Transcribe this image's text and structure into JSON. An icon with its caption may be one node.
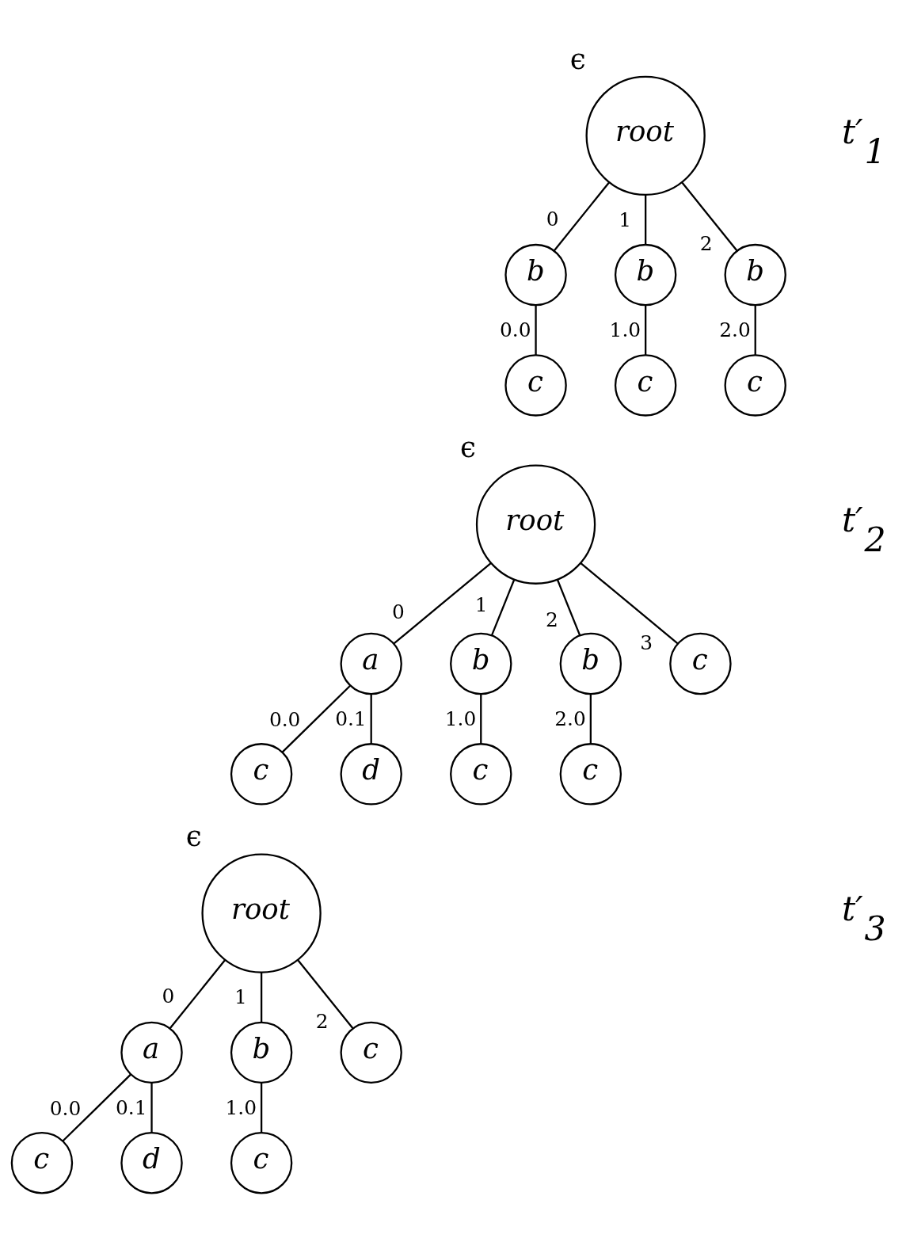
{
  "diagram": {
    "nodes": [
      {
        "text": [
          "root"
        ],
        "beside": [
          "ϵ"
        ]
      },
      {
        "text": [
          "b"
        ]
      },
      {
        "text": [
          "b"
        ]
      },
      {
        "text": [
          "b"
        ]
      },
      {
        "text": [
          "c"
        ]
      },
      {
        "text": [
          "c"
        ]
      },
      {
        "text": [
          "c"
        ]
      },
      {
        "text": [
          "root"
        ],
        "beside": [
          "ϵ"
        ]
      },
      {
        "text": [
          "a"
        ]
      },
      {
        "text": [
          "b"
        ]
      },
      {
        "text": [
          "b"
        ]
      },
      {
        "text": [
          "c"
        ]
      },
      {
        "text": [
          "c"
        ]
      },
      {
        "text": [
          "d"
        ]
      },
      {
        "text": [
          "c"
        ]
      },
      {
        "text": [
          "c"
        ]
      },
      {
        "text": [
          "root"
        ],
        "beside": [
          "ϵ"
        ]
      },
      {
        "text": [
          "a"
        ]
      },
      {
        "text": [
          "b"
        ]
      },
      {
        "text": [
          "c"
        ]
      },
      {
        "text": [
          "c"
        ]
      },
      {
        "text": [
          "d"
        ]
      },
      {
        "text": [
          "c"
        ]
      }
    ],
    "edges": [
      {
        "from": 0,
        "to": 1,
        "arrow": "none",
        "label": "0"
      },
      {
        "from": 0,
        "to": 2,
        "arrow": "none",
        "label": "1"
      },
      {
        "from": 0,
        "to": 3,
        "arrow": "none",
        "label": "2"
      },
      {
        "from": 1,
        "to": 4,
        "arrow": "none",
        "label": "0.0"
      },
      {
        "from": 2,
        "to": 5,
        "arrow": "none",
        "label": "1.0"
      },
      {
        "from": 3,
        "to": 6,
        "arrow": "none",
        "label": "2.0"
      },
      {
        "from": 7,
        "to": 8,
        "arrow": "none",
        "label": "0"
      },
      {
        "from": 7,
        "to": 9,
        "arrow": "none",
        "label": "1"
      },
      {
        "from": 7,
        "to": 10,
        "arrow": "none",
        "label": "2"
      },
      {
        "from": 7,
        "to": 11,
        "arrow": "none",
        "label": "3"
      },
      {
        "from": 8,
        "to": 12,
        "arrow": "none",
        "label": "0.0"
      },
      {
        "from": 8,
        "to": 13,
        "arrow": "none",
        "label": "0.1"
      },
      {
        "from": 9,
        "to": 14,
        "arrow": "none",
        "label": "1.0"
      },
      {
        "from": 10,
        "to": 15,
        "arrow": "none",
        "label": "2.0"
      },
      {
        "from": 16,
        "to": 17,
        "arrow": "none",
        "label": "0"
      },
      {
        "from": 16,
        "to": 18,
        "arrow": "none",
        "label": "1"
      },
      {
        "from": 16,
        "to": 19,
        "arrow": "none",
        "label": "2"
      },
      {
        "from": 17,
        "to": 20,
        "arrow": "none",
        "label": "0.0"
      },
      {
        "from": 17,
        "to": 21,
        "arrow": "none",
        "label": "0.1"
      },
      {
        "from": 18,
        "to": 22,
        "arrow": "none",
        "label": "1.0"
      }
    ],
    "labels": [
      "t′$_{1}$",
      "t′$_{2}$",
      "t′$_{3}$"
    ]
  }
}
